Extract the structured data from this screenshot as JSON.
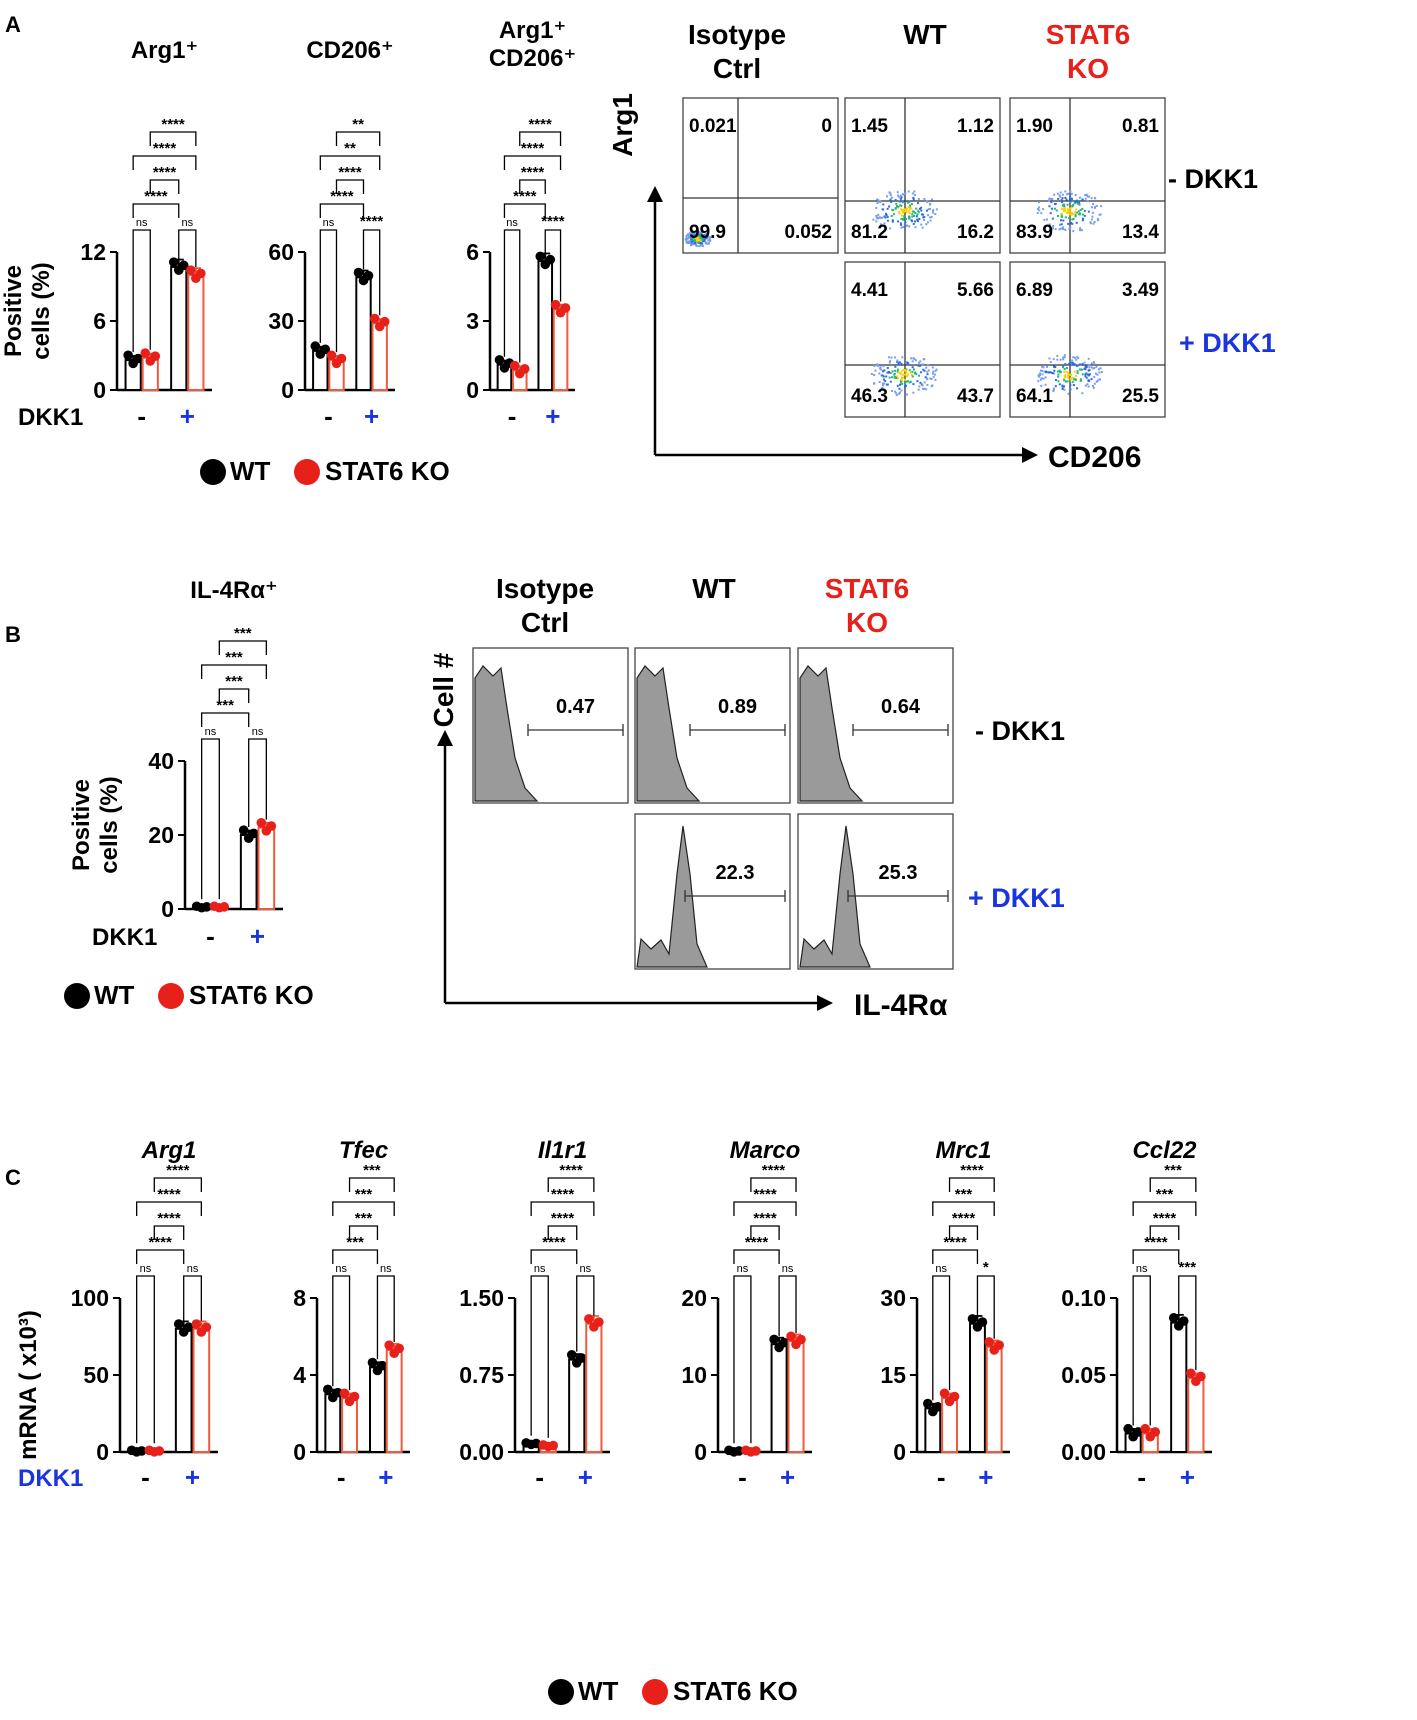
{
  "panel_labels": [
    "A",
    "B",
    "C"
  ],
  "colors": {
    "wt": "#000000",
    "ko": "#e8201a",
    "ko_bar": "#f05a3c",
    "dkk_plus": "#1a35e0"
  },
  "legend": {
    "wt": "WT",
    "ko": "STAT6 KO"
  },
  "dkk_label": "DKK1",
  "dkk_levels": [
    "-",
    "+"
  ],
  "axis_label_y_percent": [
    "Positive",
    "cells (%)"
  ],
  "axis_label_y_mrna": "mRNA ( x10³)",
  "flow_arg1": {
    "columns": [
      "Isotype\nCtrl",
      "WT",
      "STAT6\nKO"
    ],
    "rows": [
      "- DKK1",
      "+ DKK1"
    ],
    "x_axis": "CD206",
    "y_axis": "Arg1",
    "quadrants": [
      {
        "col": 0,
        "row": 0,
        "ul": "0.021",
        "ur": "0",
        "ll": "99.9",
        "lr": "0.052"
      },
      {
        "col": 1,
        "row": 0,
        "ul": "1.45",
        "ur": "1.12",
        "ll": "81.2",
        "lr": "16.2"
      },
      {
        "col": 2,
        "row": 0,
        "ul": "1.90",
        "ur": "0.81",
        "ll": "83.9",
        "lr": "13.4"
      },
      {
        "col": 1,
        "row": 1,
        "ul": "4.41",
        "ur": "5.66",
        "ll": "46.3",
        "lr": "43.7"
      },
      {
        "col": 2,
        "row": 1,
        "ul": "6.89",
        "ur": "3.49",
        "ll": "64.1",
        "lr": "25.5"
      }
    ]
  },
  "flow_il4": {
    "columns": [
      "Isotype\nCtrl",
      "WT",
      "STAT6\nKO"
    ],
    "rows": [
      "- DKK1",
      "+ DKK1"
    ],
    "x_axis": "IL-4Rα",
    "y_axis": "Cell #",
    "gates": [
      {
        "col": 0,
        "row": 0,
        "value": "0.47"
      },
      {
        "col": 1,
        "row": 0,
        "value": "0.89"
      },
      {
        "col": 2,
        "row": 0,
        "value": "0.64"
      },
      {
        "col": 1,
        "row": 1,
        "value": "22.3"
      },
      {
        "col": 2,
        "row": 1,
        "value": "25.3"
      }
    ]
  },
  "chart_data": [
    {
      "type": "bar",
      "panel": "A",
      "title": "Arg1⁺",
      "ylabel": "Positive cells (%)",
      "ylim": [
        0,
        12
      ],
      "yticks": [
        "0",
        "6",
        "12"
      ],
      "categories": [
        "-",
        "+"
      ],
      "series": [
        {
          "name": "WT",
          "values": [
            2.6,
            10.7
          ]
        },
        {
          "name": "STAT6 KO",
          "values": [
            2.8,
            10.0
          ]
        }
      ],
      "sig": [
        "ns",
        "ns",
        "****",
        "****",
        "****",
        "****"
      ]
    },
    {
      "type": "bar",
      "panel": "A",
      "title": "CD206⁺",
      "ylabel": "",
      "ylim": [
        0,
        60
      ],
      "yticks": [
        "0",
        "30",
        "60"
      ],
      "categories": [
        "-",
        "+"
      ],
      "series": [
        {
          "name": "WT",
          "values": [
            17,
            49
          ]
        },
        {
          "name": "STAT6 KO",
          "values": [
            13,
            29
          ]
        }
      ],
      "sig": [
        "ns",
        "****",
        "****",
        "****",
        "**",
        "**"
      ]
    },
    {
      "type": "bar",
      "panel": "A",
      "title": "Arg1⁺ CD206⁺",
      "ylabel": "",
      "ylim": [
        0,
        6
      ],
      "yticks": [
        "0",
        "3",
        "6"
      ],
      "categories": [
        "-",
        "+"
      ],
      "series": [
        {
          "name": "WT",
          "values": [
            1.1,
            5.6
          ]
        },
        {
          "name": "STAT6 KO",
          "values": [
            0.85,
            3.5
          ]
        }
      ],
      "sig": [
        "ns",
        "****",
        "****",
        "****",
        "****",
        "****"
      ]
    },
    {
      "type": "bar",
      "panel": "B",
      "title": "IL-4Rα⁺",
      "ylabel": "Positive cells (%)",
      "ylim": [
        0,
        40
      ],
      "yticks": [
        "0",
        "20",
        "40"
      ],
      "categories": [
        "-",
        "+"
      ],
      "series": [
        {
          "name": "WT",
          "values": [
            0.5,
            20
          ]
        },
        {
          "name": "STAT6 KO",
          "values": [
            0.5,
            22
          ]
        }
      ],
      "sig": [
        "ns",
        "ns",
        "***",
        "***",
        "***",
        "***"
      ]
    },
    {
      "type": "bar",
      "panel": "C",
      "title": "Arg1",
      "ylabel": "mRNA ( x10³)",
      "ylim": [
        0,
        100
      ],
      "yticks": [
        "0",
        "50",
        "100"
      ],
      "categories": [
        "-",
        "+"
      ],
      "series": [
        {
          "name": "WT",
          "values": [
            0.5,
            80
          ]
        },
        {
          "name": "STAT6 KO",
          "values": [
            0.5,
            80
          ]
        }
      ],
      "sig": [
        "ns",
        "ns",
        "****",
        "****",
        "****",
        "****"
      ]
    },
    {
      "type": "bar",
      "panel": "C",
      "title": "Tfec",
      "ylabel": "",
      "ylim": [
        0,
        8
      ],
      "yticks": [
        "0",
        "4",
        "8"
      ],
      "categories": [
        "-",
        "+"
      ],
      "series": [
        {
          "name": "WT",
          "values": [
            3.0,
            4.4
          ]
        },
        {
          "name": "STAT6 KO",
          "values": [
            2.8,
            5.3
          ]
        }
      ],
      "sig": [
        "ns",
        "ns",
        "***",
        "***",
        "***",
        "***"
      ]
    },
    {
      "type": "bar",
      "panel": "C",
      "title": "Il1r1",
      "ylabel": "",
      "ylim": [
        0,
        1.5
      ],
      "yticks": [
        "0.00",
        "0.75",
        "1.50"
      ],
      "categories": [
        "-",
        "+"
      ],
      "series": [
        {
          "name": "WT",
          "values": [
            0.08,
            0.9
          ]
        },
        {
          "name": "STAT6 KO",
          "values": [
            0.06,
            1.25
          ]
        }
      ],
      "sig": [
        "ns",
        "ns",
        "****",
        "****",
        "****",
        "****"
      ]
    },
    {
      "type": "bar",
      "panel": "C",
      "title": "Marco",
      "ylabel": "",
      "ylim": [
        0,
        20
      ],
      "yticks": [
        "0",
        "10",
        "20"
      ],
      "categories": [
        "-",
        "+"
      ],
      "series": [
        {
          "name": "WT",
          "values": [
            0.1,
            14
          ]
        },
        {
          "name": "STAT6 KO",
          "values": [
            0.1,
            14.4
          ]
        }
      ],
      "sig": [
        "ns",
        "ns",
        "****",
        "****",
        "****",
        "****"
      ]
    },
    {
      "type": "bar",
      "panel": "C",
      "title": "Mrc1",
      "ylabel": "",
      "ylim": [
        0,
        30
      ],
      "yticks": [
        "0",
        "15",
        "30"
      ],
      "categories": [
        "-",
        "+"
      ],
      "series": [
        {
          "name": "WT",
          "values": [
            8.5,
            25
          ]
        },
        {
          "name": "STAT6 KO",
          "values": [
            10.5,
            20.5
          ]
        }
      ],
      "sig": [
        "ns",
        "*",
        "****",
        "****",
        "***",
        "****"
      ]
    },
    {
      "type": "bar",
      "panel": "C",
      "title": "Ccl22",
      "ylabel": "",
      "ylim": [
        0,
        0.1
      ],
      "yticks": [
        "0.00",
        "0.05",
        "0.10"
      ],
      "categories": [
        "-",
        "+"
      ],
      "series": [
        {
          "name": "WT",
          "values": [
            0.012,
            0.084
          ]
        },
        {
          "name": "STAT6 KO",
          "values": [
            0.012,
            0.048
          ]
        }
      ],
      "sig": [
        "ns",
        "***",
        "****",
        "****",
        "***",
        "***"
      ]
    }
  ]
}
